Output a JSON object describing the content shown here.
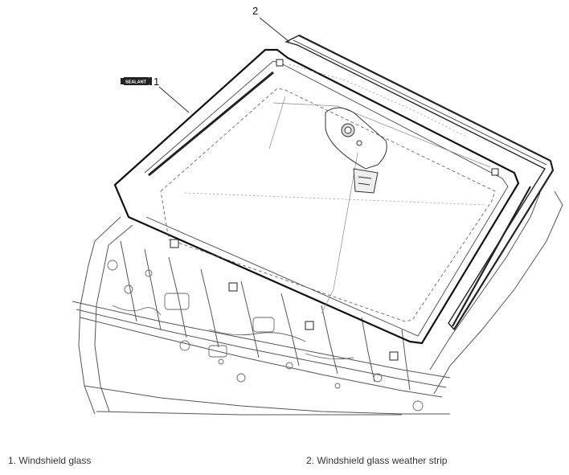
{
  "diagram": {
    "sealant_label": "SEALANT",
    "callouts": [
      {
        "number": "1"
      },
      {
        "number": "2"
      }
    ],
    "legend": [
      {
        "text": "1. Windshield glass"
      },
      {
        "text": "2. Windshield glass weather strip"
      }
    ]
  }
}
